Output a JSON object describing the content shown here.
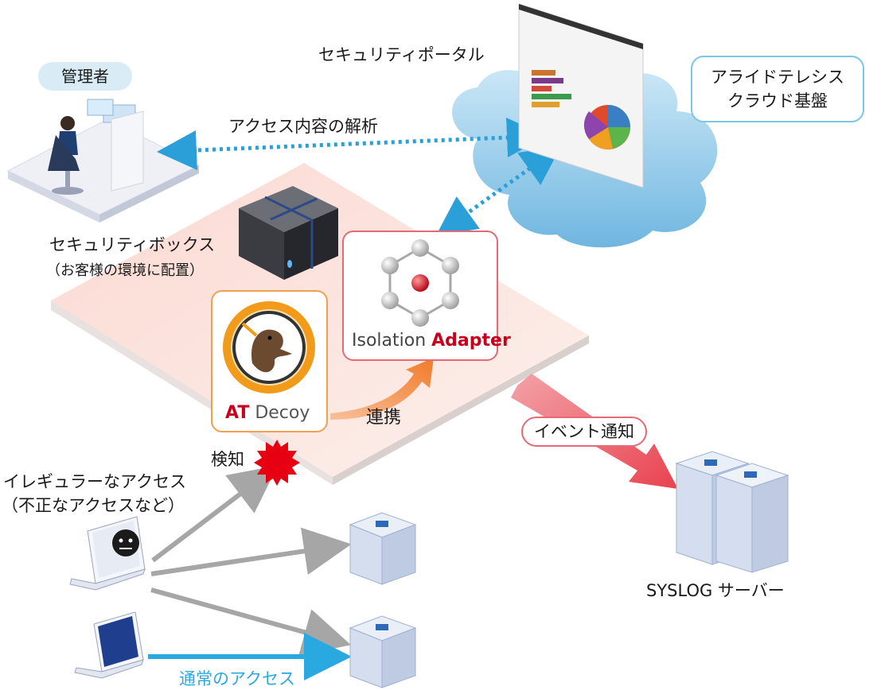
{
  "labels": {
    "admin": "管理者",
    "security_portal": "セキュリティポータル",
    "cloud": "アライドテレシス\nクラウド基盤",
    "analysis": "アクセス内容の解析",
    "security_box": "セキュリティボックス",
    "security_box_sub": "（お客様の環境に配置）",
    "isolation_adapter_prefix": "Isolation ",
    "isolation_adapter_bold": "Adapter",
    "at_decoy_bold": "AT",
    "at_decoy_rest": " Decoy",
    "cooperation": "連携",
    "event_notification": "イベント通知",
    "detection": "検知",
    "irregular_access": "イレギュラーなアクセス",
    "irregular_access_sub": "（不正なアクセスなど）",
    "syslog_server": "SYSLOG サーバー",
    "normal_access": "通常のアクセス"
  },
  "colors": {
    "cloud_blue": "#7fc3e8",
    "dotted_arrow": "#2a9fd8",
    "platform_pink": "#fbe1dc",
    "event_red": "#e8626e",
    "decoy_orange": "#f08c3a",
    "normal_blue": "#2aa8e0",
    "gray_arrow": "#a6a6a6",
    "detect_red": "#e60012"
  }
}
